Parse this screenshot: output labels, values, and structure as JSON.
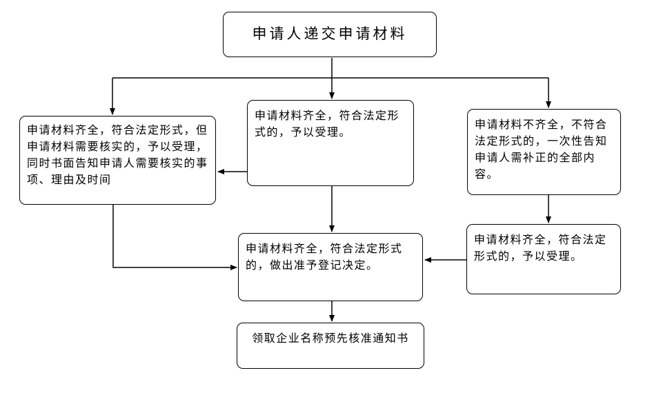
{
  "colors": {
    "background": "#ffffff",
    "box_fill": "#ffffff",
    "box_border": "#000000",
    "line": "#000000",
    "text": "#000000"
  },
  "nodes": {
    "submit": {
      "label": "申请人递交申请材料"
    },
    "verify": {
      "label": "申请材料齐全，符合法定形式，但申请材料需要核实的，予以受理，同时书面告知申请人需要核实的事项、理由及时间"
    },
    "accept": {
      "label": "申请材料齐全，符合法定形式的，予以受理。"
    },
    "incomplete": {
      "label": "申请材料不齐全，不符合法定形式的，一次性告知申请人需补正的全部内容。"
    },
    "corrected": {
      "label": "申请材料齐全，符合法定形式的，予以受理。"
    },
    "decision": {
      "label": "申请材料齐全，符合法定形式的，做出准予登记决定。"
    },
    "notice": {
      "label": "领取企业名称预先核准通知书"
    }
  },
  "edges": [
    {
      "from": "submit",
      "to": "verify"
    },
    {
      "from": "submit",
      "to": "accept"
    },
    {
      "from": "submit",
      "to": "incomplete"
    },
    {
      "from": "accept",
      "to": "verify"
    },
    {
      "from": "verify",
      "to": "decision"
    },
    {
      "from": "accept",
      "to": "decision"
    },
    {
      "from": "incomplete",
      "to": "corrected"
    },
    {
      "from": "corrected",
      "to": "decision"
    },
    {
      "from": "decision",
      "to": "notice"
    }
  ]
}
